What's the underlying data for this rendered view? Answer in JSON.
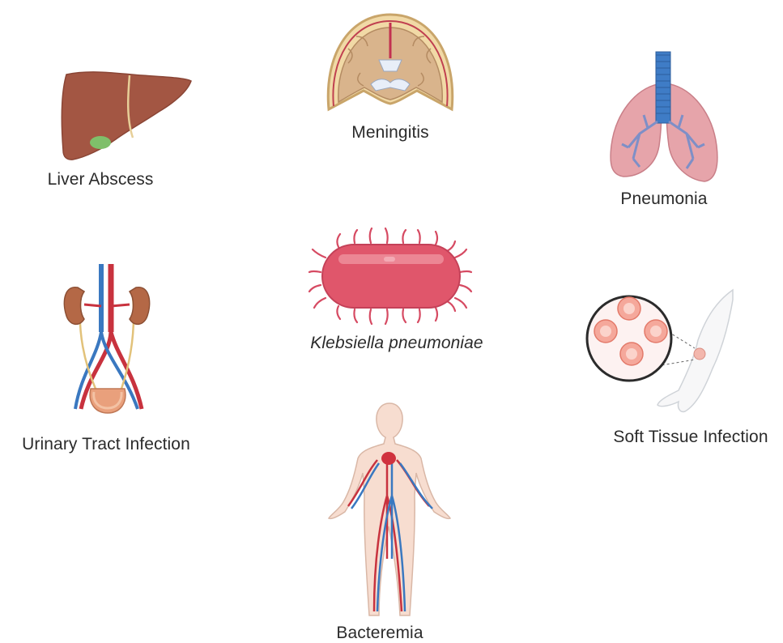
{
  "labels": {
    "pathogen": "Klebsiella pneumoniae",
    "meningitis": "Meningitis",
    "liver_abscess": "Liver Abscess",
    "pneumonia": "Pneumonia",
    "uti": "Urinary Tract Infection",
    "soft_tissue": "Soft Tissue Infection",
    "bacteremia": "Bacteremia"
  },
  "icons": {
    "pathogen": "bacterium-icon",
    "meningitis": "brain-meninges-icon",
    "liver_abscess": "liver-icon",
    "pneumonia": "lungs-icon",
    "uti": "urinary-tract-icon",
    "soft_tissue": "skin-tissue-icon",
    "bacteremia": "circulatory-system-icon"
  },
  "colors": {
    "bacterium": "#e0566b",
    "liver": "#a85a48",
    "lung": "#e3a2a8",
    "artery": "#c8323e",
    "vein": "#3a78c0",
    "text": "#2b2b2b"
  }
}
